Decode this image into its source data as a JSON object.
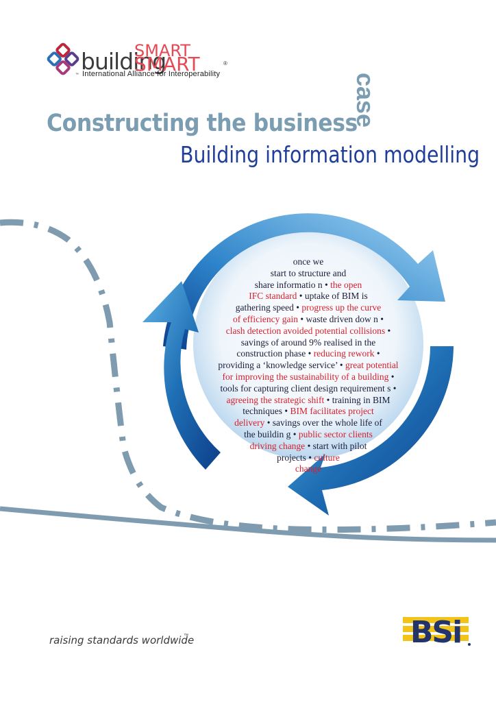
{
  "logo": {
    "word_building": "building",
    "word_smart": "SMART",
    "registered": "®",
    "trademark": "™",
    "tagline": "International  Alliance  for Interoperability"
  },
  "title": {
    "case": "case",
    "main": "Constructing the business",
    "subtitle": "Building information modelling"
  },
  "circle_text": {
    "line1": "once    we",
    "line2": "start to structure  and",
    "line3a": "share informatio n • ",
    "line3b": "the open",
    "line4a": "IFC standard",
    "line4b": " •  uptake  of  BIM  is",
    "line5a": "gathering speed • ",
    "line5b": "progress up the curve",
    "line6a": "of efficiency  gain",
    "line6b": " •  waste  driven  dow n  •",
    "line7a": "clash detection avoided potential collisions",
    "line7b": " •",
    "line8": "savings    of   around    9%   realised    in   the",
    "line9a": "construction     phase     •  ",
    "line9b": "reducing     rework",
    "line9c": "    •",
    "line10a": "providing a ‘knowledge service’ • ",
    "line10b": "great potential",
    "line11a": "for improving  the sustainability  of a building",
    "line11b": "  •",
    "line12": "tools for capturing client design requirement s •",
    "line13a": "agreeing the strategic shift",
    "line13b": " • training  in BIM",
    "line14a": "techniques     •   ",
    "line14b": "BIM   facilitates    project",
    "line15a": "delivery",
    "line15b": " • savings over the whole life of",
    "line16a": "the buildin g • ",
    "line16b": "public  sector  clients",
    "line17a": "driving change",
    "line17b": " • start with pilot",
    "line18a": "projects        •   ",
    "line18b": "culture",
    "line19": "change"
  },
  "footer": {
    "slogan": "raising standards worldwide",
    "tm": "™",
    "bsi": "BSi"
  },
  "colors": {
    "title_grey_blue": "#7b9db2",
    "subtitle_blue": "#1f3e9a",
    "accent_red": "#d6202d",
    "ring_blue": "#1f6fb5",
    "bsi_yellow": "#f2c319",
    "bsi_navy": "#23346b"
  }
}
